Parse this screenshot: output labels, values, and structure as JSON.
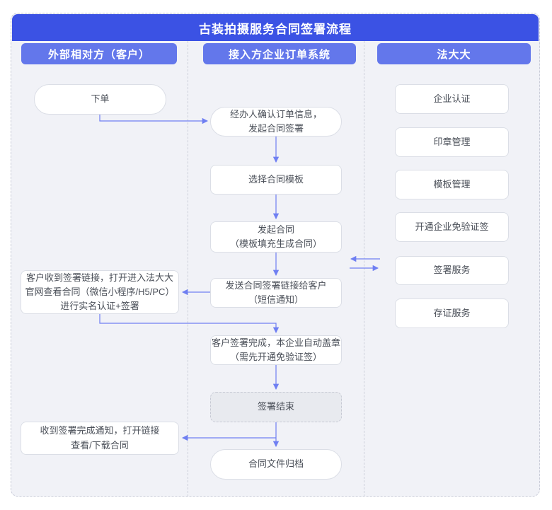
{
  "header": {
    "title": "古装拍摄服务合同签署流程"
  },
  "lanes": {
    "customer": {
      "label": "外部相对方（客户）"
    },
    "enterprise": {
      "label": "接入方企业订单系统"
    },
    "fadada": {
      "label": "法大大"
    }
  },
  "nodes": {
    "place_order": {
      "text": "下单"
    },
    "confirm_order": {
      "text": "经办人确认订单信息，\n发起合同签署"
    },
    "select_template": {
      "text": "选择合同模板"
    },
    "initiate_contract": {
      "text": "发起合同\n（模板填充生成合同）"
    },
    "send_sign_link": {
      "text": "发送合同签署链接给客户\n（短信通知）"
    },
    "customer_receive_link": {
      "text": "客户收到签署链接，打开进入法大大\n官网查看合同（微信小程序/H5/PC）\n进行实名认证+签署"
    },
    "customer_signed": {
      "text": "客户签署完成，本企业自动盖章\n（需先开通免验证签）"
    },
    "sign_end": {
      "text": "签署结束"
    },
    "receive_done_notice": {
      "text": "收到签署完成通知，打开链接\n查看/下载合同"
    },
    "archive": {
      "text": "合同文件归档"
    },
    "enterprise_auth": {
      "text": "企业认证"
    },
    "seal_management": {
      "text": "印章管理"
    },
    "template_management": {
      "text": "模板管理"
    },
    "enable_no_verify_sign": {
      "text": "开通企业免验证签"
    },
    "sign_service": {
      "text": "签署服务"
    },
    "evidence_service": {
      "text": "存证服务"
    }
  },
  "colors": {
    "title_bar": "#3b52e4",
    "lane_header": "#6377eb",
    "canvas_bg": "#f1f2f7",
    "node_border": "#dbdee6",
    "node_text": "#4a4f58",
    "arrow": "#6f7ff2",
    "end_node_bg": "#e8eaef",
    "dashed_border": "#c9ccd8"
  }
}
